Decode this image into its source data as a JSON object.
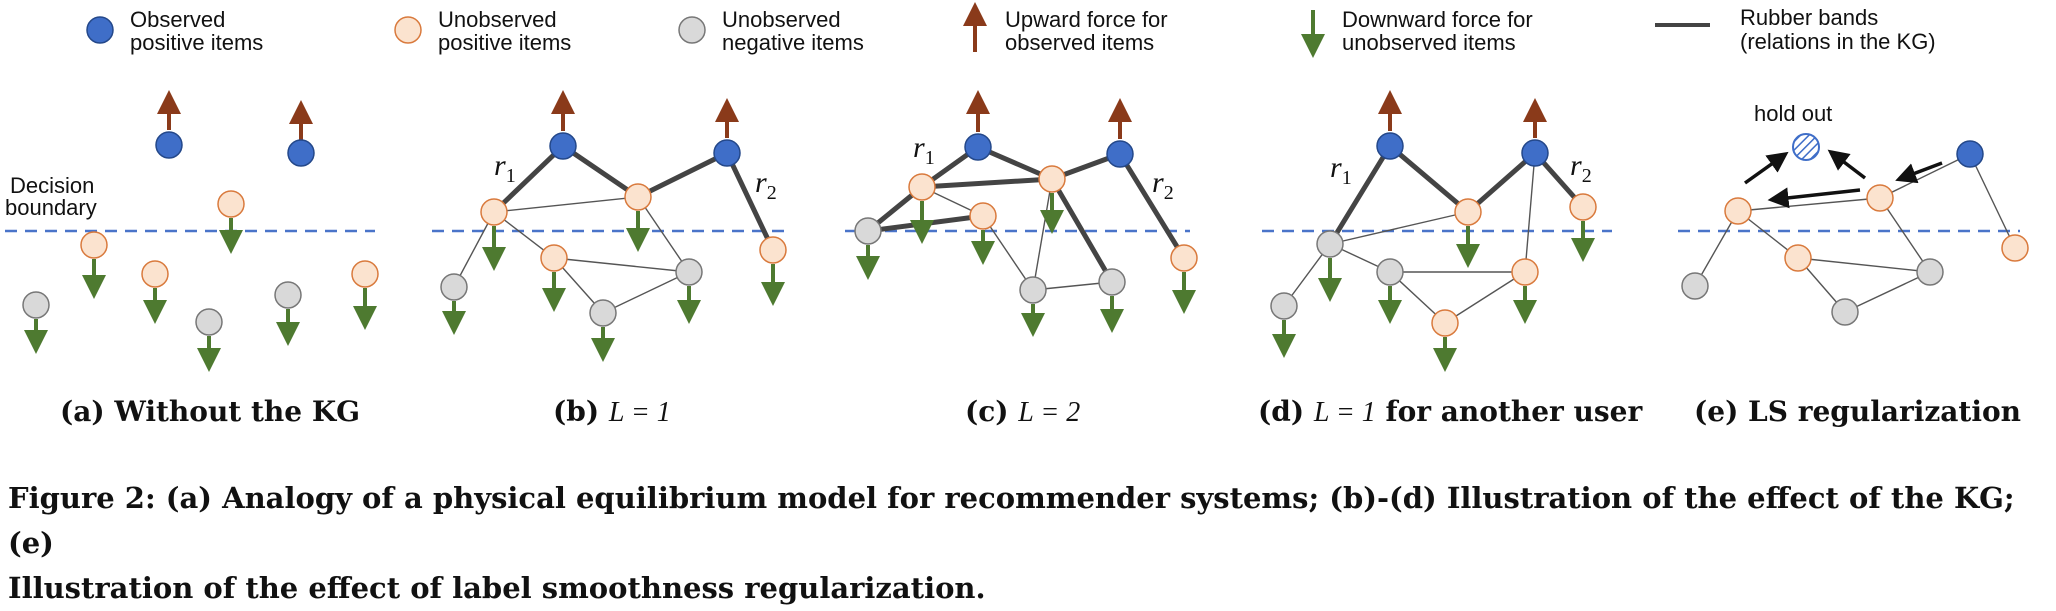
{
  "legend": [
    {
      "kind": "blue",
      "line1": "Observed",
      "line2": "positive items"
    },
    {
      "kind": "peach",
      "line1": "Unobserved",
      "line2": "positive items"
    },
    {
      "kind": "gray",
      "line1": "Unobserved",
      "line2": "negative items"
    },
    {
      "kind": "up",
      "line1": "Upward force for",
      "line2": "observed items"
    },
    {
      "kind": "down",
      "line1": "Downward force for",
      "line2": "unobserved items"
    },
    {
      "kind": "band",
      "line1": "Rubber bands",
      "line2": "(relations in the KG)"
    }
  ],
  "annotations": {
    "decision_boundary_1": "Decision",
    "decision_boundary_2": "boundary",
    "r1_base": "r",
    "r1_sub": "1",
    "r2_base": "r",
    "r2_sub": "2",
    "hold_out": "hold out"
  },
  "panels": {
    "a": {
      "label": "(a) Without the KG"
    },
    "b": {
      "label_prefix": "(b) ",
      "label_math": "L = 1",
      "label_suffix": ""
    },
    "c": {
      "label_prefix": "(c) ",
      "label_math": "L = 2",
      "label_suffix": ""
    },
    "d": {
      "label_prefix": "(d) ",
      "label_math": "L = 1",
      "label_suffix": " for another user"
    },
    "e": {
      "label": "(e) LS regularization"
    }
  },
  "caption": {
    "line1": "Figure 2: (a) Analogy of a physical equilibrium model for recommender systems; (b)-(d) Illustration of the effect of the KG; (e)",
    "line2": "Illustration of the effect of label smoothness regularization."
  },
  "colors": {
    "observed_positive": "#3f6ec8",
    "unobserved_positive": "#fbe3cf",
    "unobserved_negative": "#d9d9d9",
    "upward_force": "#8a3a1a",
    "downward_force": "#4e7a30",
    "decision_boundary": "#4a74c9",
    "rubber_band": "#444444"
  }
}
